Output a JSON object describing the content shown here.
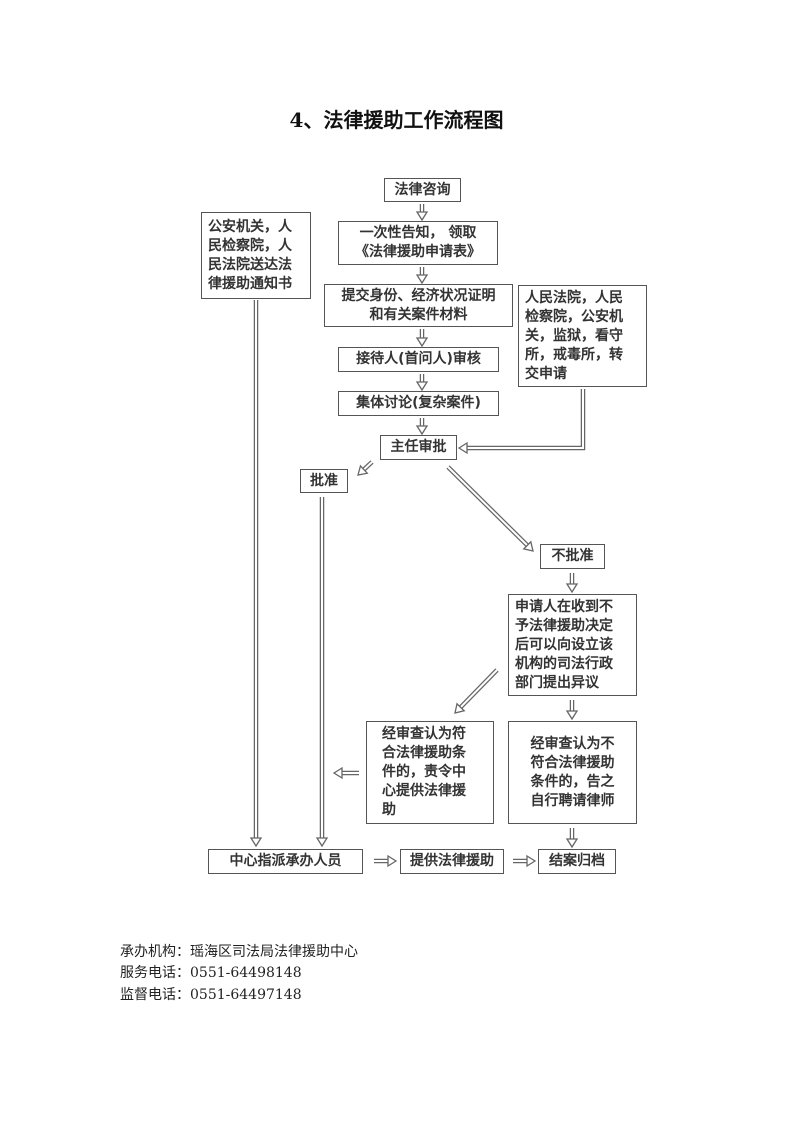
{
  "title": "4、法律援助工作流程图",
  "nodes": {
    "consult": "法律咨询",
    "notify": "一次性告知，  领取\n《法律援助申请表》",
    "police_notice": "公安机关，人\n民检察院，人\n民法院送达法\n律援助通知书",
    "submit": "提交身份、经济状况证明\n和有关案件材料",
    "transfer": "人民法院，人民\n检察院，公安机\n关，监狱，看守\n所，戒毒所，转\n交申请",
    "review": "接待人(首问人)审核",
    "discuss": "集体讨论(复杂案件)",
    "director": "主任审批",
    "approve": "批准",
    "reject": "不批准",
    "objection": "申请人在收到不\n予法律援助决定\n后可以向设立该\n机构的司法行政\n部门提出异议",
    "eligible": "经审查认为符\n合法律援助条\n件的，责令中\n心提供法律援\n助",
    "ineligible": "经审查认为不\n符合法律援助\n条件的，告之\n自行聘请律师",
    "assign": "中心指派承办人员",
    "provide": "提供法律援助",
    "close": "结案归档"
  },
  "footer": {
    "org": "承办机构：瑶海区司法局法律援助中心",
    "service_phone": "服务电话：0551-64498148",
    "supervise_phone": "监督电话：0551-64497148"
  }
}
